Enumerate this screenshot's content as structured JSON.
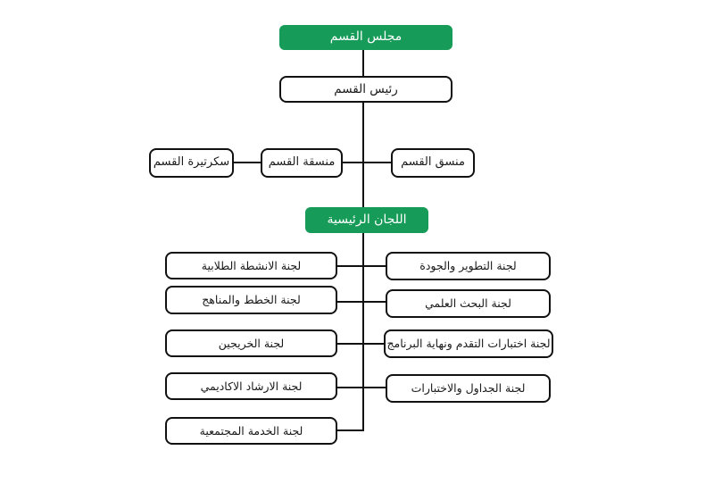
{
  "org_chart": {
    "title_node": {
      "label": "مجلس القسم"
    },
    "head_node": {
      "label": "رئيس القسم"
    },
    "staff": [
      {
        "label": "سكرتيرة القسم"
      },
      {
        "label": "منسقة القسم"
      },
      {
        "label": "منسق القسم"
      }
    ],
    "committees_header": {
      "label": "اللجان الرئيسية"
    },
    "committees_left": [
      {
        "label": "لجنة الانشطة الطلابية"
      },
      {
        "label": "لجنة الخطط والمناهج"
      },
      {
        "label": "لجنة الخريجين"
      },
      {
        "label": "لجنة الارشاد الاكاديمي"
      },
      {
        "label": "لجنة الخدمة المجتمعية"
      }
    ],
    "committees_right": [
      {
        "label": "لجنة التطوير والجودة"
      },
      {
        "label": "لجنة البحث العلمي"
      },
      {
        "label": "لجنة اختبارات التقدم ونهاية البرنامج"
      },
      {
        "label": "لجنة الجداول والاختبارات"
      }
    ],
    "colors": {
      "accent_green": "#169b58",
      "box_border": "#111111",
      "background": "#ffffff",
      "green_text": "#ffffff"
    }
  }
}
